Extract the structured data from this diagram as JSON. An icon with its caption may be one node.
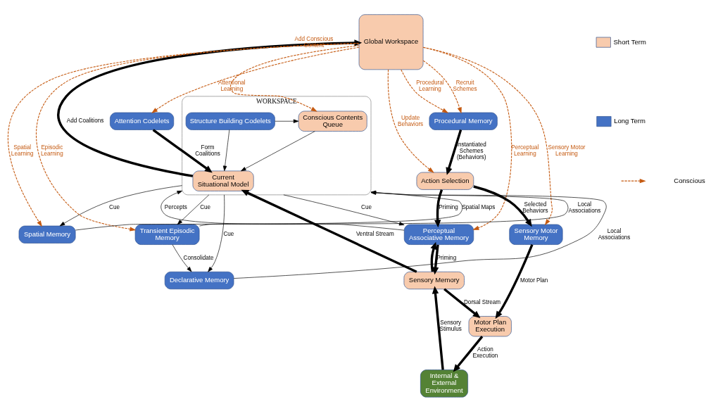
{
  "diagram": {
    "nodes": [
      {
        "text": [
          "WORKSPACE"
        ]
      },
      {
        "text": [
          "Structure Building Codelets"
        ],
        "in": 0
      },
      {
        "text": [
          "Conscious Contents Queue"
        ],
        "in": 0
      },
      {
        "text": [
          "Current Situational Model"
        ],
        "in": 0
      },
      {
        "text": [
          "Sensory Memory"
        ]
      },
      {
        "text": [
          "Global Workspace"
        ]
      },
      {
        "text": [
          "Internal & External Environment"
        ]
      },
      {
        "text": [
          "Perceptual Associative Memory"
        ]
      },
      {
        "text": [
          "Spatial Memory"
        ]
      },
      {
        "text": [
          "Transient Episodic Memory"
        ]
      },
      {
        "text": [
          "Declarative Memory"
        ]
      },
      {
        "text": [
          "Attention Codelets"
        ]
      },
      {
        "text": [
          "Motor Plan Execution"
        ]
      },
      {
        "text": [
          "Sensory Motor Memory"
        ]
      },
      {
        "text": [
          "Action Selection"
        ]
      },
      {
        "text": [
          "Procedural Memory"
        ]
      }
    ],
    "edges": [
      {
        "from": 1,
        "to": 2,
        "arrow": "to"
      },
      {
        "from": 1,
        "to": 3,
        "arrow": "to"
      },
      {
        "from": 2,
        "to": 3,
        "arrow": "to"
      },
      {
        "from": 4,
        "to": 3,
        "arrow": "to",
        "label": "Ventral Stream",
        "style": "thick"
      },
      {
        "from": 3,
        "to": 5,
        "arrow": "to",
        "label": "Add Coalitions",
        "style": "thick"
      },
      {
        "from": 11,
        "to": 3,
        "arrow": "to",
        "label": "Form Coalitions",
        "style": "thick"
      },
      {
        "from": 5,
        "to": 2,
        "arrow": "to",
        "label": "Add Conscious Content",
        "style": "dashed",
        "color": "#c55a11"
      },
      {
        "from": 6,
        "to": 4,
        "arrow": "to",
        "label": "Sensory Stimulus",
        "style": "thick"
      },
      {
        "from": 4,
        "to": 7,
        "arrow": "to",
        "style": "thick"
      },
      {
        "from": 7,
        "to": 4,
        "arrow": "to",
        "label": "Priming",
        "style": "thick"
      },
      {
        "from": 4,
        "to": 12,
        "arrow": "to",
        "label": "Dorsal Stream",
        "style": "thick"
      },
      {
        "from": 12,
        "to": 6,
        "arrow": "to",
        "label": "Action Execution",
        "style": "thick"
      },
      {
        "from": 0,
        "to": 7,
        "arrow": "to",
        "label": "Cue"
      },
      {
        "from": 7,
        "to": 0,
        "arrow": "to",
        "label": "Percepts"
      },
      {
        "from": 0,
        "to": 8,
        "arrow": "to",
        "label": "Cue"
      },
      {
        "from": 8,
        "to": 0,
        "arrow": "to",
        "label": "Spatial Maps"
      },
      {
        "from": 0,
        "to": 9,
        "arrow": "to",
        "label": "Cue"
      },
      {
        "from": 9,
        "to": 0,
        "arrow": "to",
        "label": "Local Associations"
      },
      {
        "from": 0,
        "to": 10,
        "arrow": "to",
        "label": "Cue"
      },
      {
        "from": 10,
        "to": 0,
        "arrow": "to",
        "label": "Local Associations"
      },
      {
        "from": 9,
        "to": 10,
        "arrow": "to",
        "label": "Consolidate"
      },
      {
        "from": 5,
        "to": 7,
        "arrow": "to",
        "label": "Perceptual Learning",
        "style": "dashed",
        "color": "#c55a11"
      },
      {
        "from": 5,
        "to": 8,
        "arrow": "to",
        "label": "Spatial Learning",
        "style": "dashed",
        "color": "#c55a11"
      },
      {
        "from": 5,
        "to": 9,
        "arrow": "to",
        "label": "Episodic Learning",
        "style": "dashed",
        "color": "#c55a11"
      },
      {
        "from": 5,
        "to": 11,
        "arrow": "to",
        "label": "Attentional Learning",
        "style": "dashed",
        "color": "#c55a11"
      },
      {
        "from": 5,
        "to": 13,
        "arrow": "to",
        "label": "Sensory Motor Learning",
        "style": "dashed",
        "color": "#c55a11"
      },
      {
        "from": 5,
        "to": 14,
        "arrow": "to",
        "label": "Update Behaviors",
        "style": "dashed",
        "color": "#c55a11"
      },
      {
        "from": 5,
        "to": 15,
        "arrow": "to",
        "label": "Procedural Learning",
        "style": "dashed",
        "color": "#c55a11"
      },
      {
        "from": 5,
        "to": 15,
        "arrow": "to",
        "label": "Recruit Schemes",
        "style": "dashed",
        "color": "#c55a11"
      },
      {
        "from": 15,
        "to": 14,
        "arrow": "to",
        "label": "Instantiated Schemes (Behaviors)",
        "style": "thick"
      },
      {
        "from": 14,
        "to": 13,
        "arrow": "to",
        "label": "Selected Behaviors",
        "style": "thick"
      },
      {
        "from": 14,
        "to": 7,
        "arrow": "to",
        "label": "Priming",
        "style": "thick"
      },
      {
        "from": 13,
        "to": 12,
        "arrow": "to",
        "label": "Motor Plan",
        "style": "thick"
      }
    ],
    "legend": [
      {
        "text": "Short Term",
        "color": "#f8cbad"
      },
      {
        "text": "Long Term",
        "color": "#4472c4"
      },
      {
        "text": "Conscious"
      }
    ]
  }
}
